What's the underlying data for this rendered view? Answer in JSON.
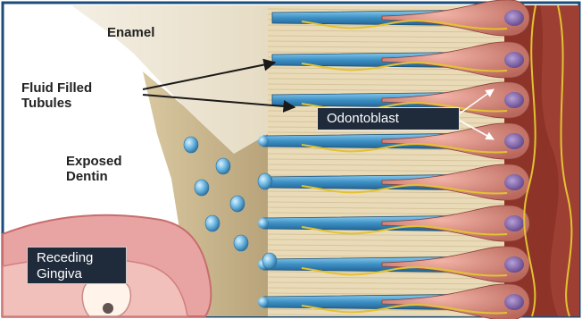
{
  "labels": {
    "enamel": "Enamel",
    "fluid_tubules": "Fluid Filled Tubules",
    "exposed_dentin": "Exposed Dentin",
    "odontoblast": "Odontoblast",
    "receding_gingiva": "Receding Gingiva"
  },
  "colors": {
    "tubule_blue": "#4a9fd0",
    "dentin_cream": "#eadbb8",
    "gum_pink": "#e8a3a3",
    "pulp_red": "#8e3328",
    "cell_pink": "#d98e84",
    "nerve_yellow": "#e3c232"
  }
}
